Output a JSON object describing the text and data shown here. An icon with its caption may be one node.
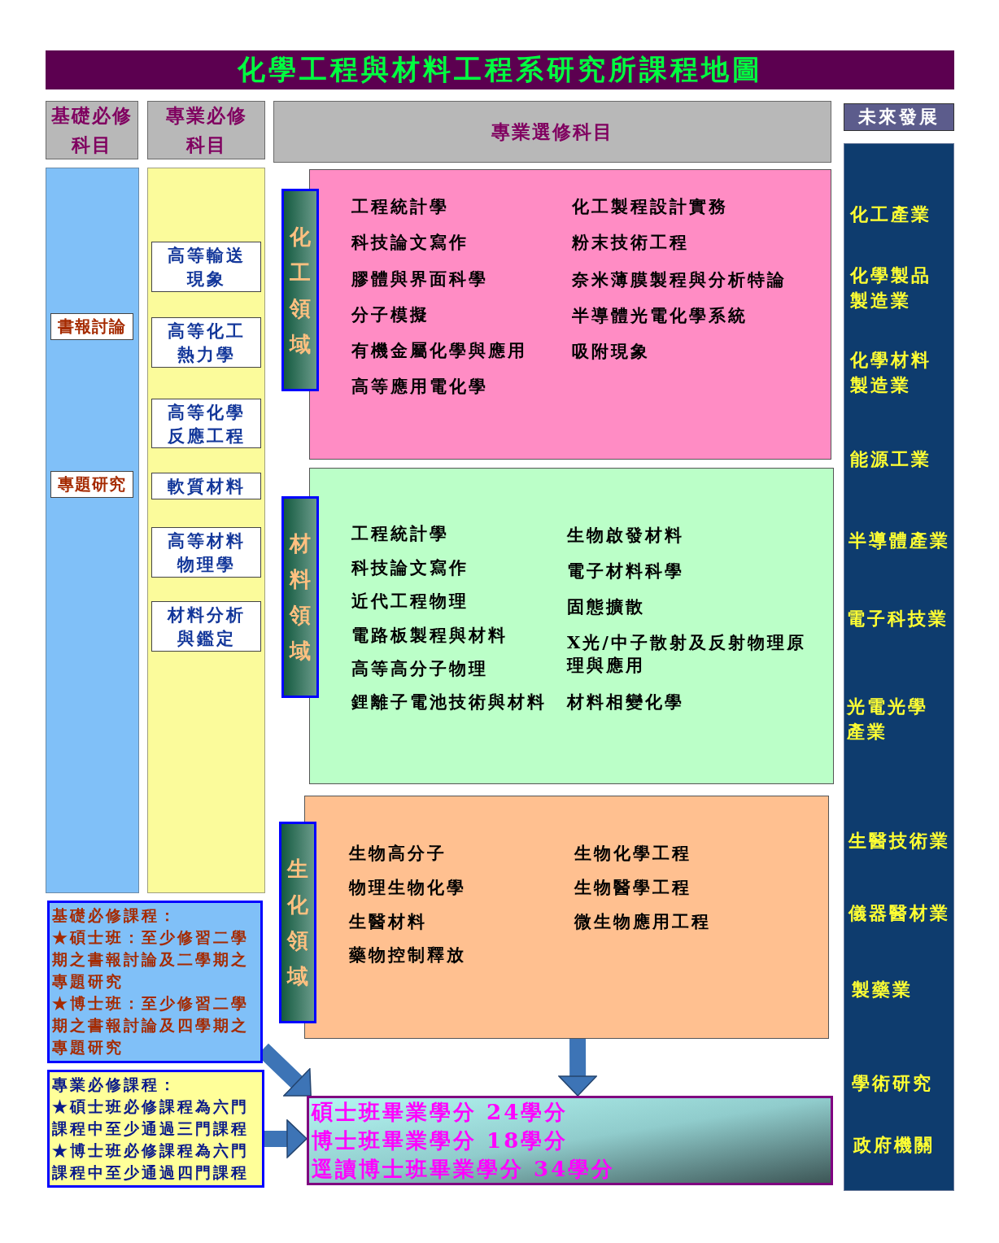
{
  "diagram": {
    "title": "化學工程與材料工程系研究所課程地圖",
    "nodes": [
      {
        "text": [
          "基礎必修科目"
        ]
      },
      {
        "text": [
          "專業必修科目"
        ]
      },
      {
        "text": [
          "專業選修科目"
        ]
      },
      {
        "text": [
          "未來發展"
        ]
      },
      {
        "text": [],
        "shape": "box"
      },
      {
        "text": [
          "書報討論"
        ],
        "in": 4
      },
      {
        "text": [
          "專題研究"
        ],
        "in": 4
      },
      {
        "text": [],
        "shape": "box"
      },
      {
        "text": [
          "高等輸送現象"
        ],
        "in": 7
      },
      {
        "text": [
          "高等化工熱力學"
        ],
        "in": 7
      },
      {
        "text": [
          "高等化學反應工程"
        ],
        "in": 7
      },
      {
        "text": [
          "軟質材料"
        ],
        "in": 7
      },
      {
        "text": [
          "高等材料物理學"
        ],
        "in": 7
      },
      {
        "text": [
          "材料分析與鑑定"
        ],
        "in": 7
      },
      {
        "text": [
          "化工領域"
        ]
      },
      {
        "text": [
          "工程統計學",
          "科技論文寫作",
          "膠體與界面科學",
          "分子模擬",
          "有機金屬化學與應用",
          "高等應用電化學",
          "化工製程設計實務",
          "粉末技術工程",
          "奈米薄膜製程與分析特論",
          "半導體光電化學系統",
          "吸附現象"
        ]
      },
      {
        "text": [
          "材料領域"
        ]
      },
      {
        "text": [
          "工程統計學",
          "科技論文寫作",
          "近代工程物理",
          "電路板製程與材料",
          "高等高分子物理",
          "鋰離子電池技術與材料",
          "生物啟發材料",
          "電子材料科學",
          "固態擴散",
          "X光/中子散射及反射物理原理與應用",
          "材料相變化學"
        ]
      },
      {
        "text": [
          "生化領域"
        ]
      },
      {
        "text": [
          "生物高分子",
          "物理生物化學",
          "生醫材料",
          "藥物控制釋放",
          "生物化學工程",
          "生物醫學工程",
          "微生物應用工程"
        ]
      },
      {
        "text": [
          "化工產業",
          "化學製品製造業",
          "化學材料製造業",
          "能源工業",
          "半導體產業",
          "電子科技業",
          "光電光學產業",
          "生醫技術業",
          "儀器醫材業",
          "製藥業",
          "學術研究",
          "政府機關"
        ]
      },
      {
        "text": [
          "基礎必修課程：",
          "★碩士班：至少修習二學期之書報討論及二學期之專題研究",
          "★博士班：至少修習二學期之書報討論及四學期之專題研究"
        ]
      },
      {
        "text": [
          "專業必修課程：",
          "★碩士班必修課程為六門課程中至少通過三門課程",
          "★博士班必修課程為六門課程中至少通過四門課程"
        ]
      },
      {
        "text": [
          "碩士班畢業學分 24學分",
          "博士班畢業學分 18學分",
          "逕讀博士班畢業學分 34學分"
        ]
      }
    ],
    "edges": [
      {
        "from": 21,
        "to": 23,
        "arrow": "to"
      },
      {
        "from": 22,
        "to": 23,
        "arrow": "to"
      },
      {
        "from": 19,
        "to": 23,
        "arrow": "to"
      }
    ]
  }
}
